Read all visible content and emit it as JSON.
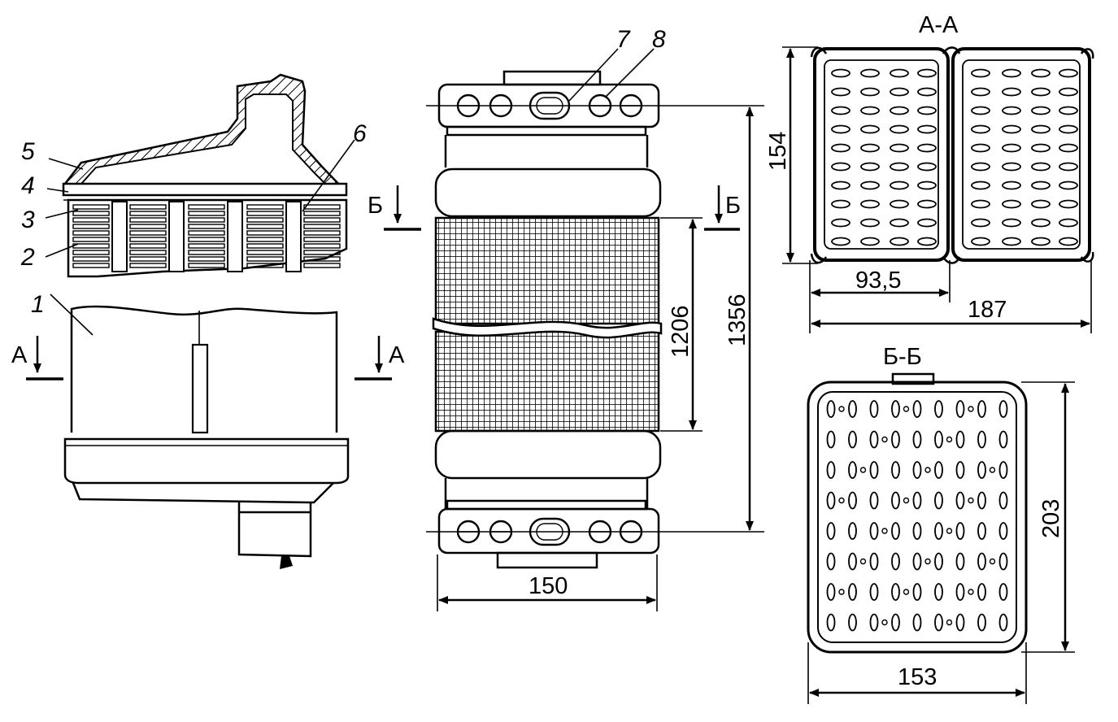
{
  "callouts": {
    "c1": "1",
    "c2": "2",
    "c3": "3",
    "c4": "4",
    "c5": "5",
    "c6": "6",
    "c7": "7",
    "c8": "8"
  },
  "sections": {
    "a_left": "А",
    "a_right": "А",
    "b_left": "Б",
    "b_right": "Б",
    "aa_title": "А-А",
    "bb_title": "Б-Б"
  },
  "dimensions": {
    "width_main": "150",
    "core_height": "1206",
    "total_height": "1356",
    "aa_height": "154",
    "aa_half_width": "93,5",
    "aa_width": "187",
    "bb_height": "203",
    "bb_width": "153"
  },
  "aa_section": {
    "ovals_per_column": 10,
    "oval_columns_per_tank": 4
  },
  "bb_section": {
    "hole_rows": 8,
    "holes_per_row": 9
  }
}
